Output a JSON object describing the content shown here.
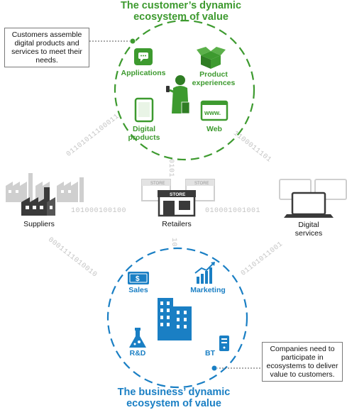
{
  "top": {
    "title_line1": "The customer’s dynamic",
    "title_line2": "ecosystem of value",
    "callout": [
      "Customers assemble",
      "digital products and",
      "services to meet their",
      "needs."
    ],
    "items": {
      "applications": "Applications",
      "product_experiences_1": "Product",
      "product_experiences_2": "experiences",
      "digital_products_1": "Digital",
      "digital_products_2": "products",
      "web": "Web",
      "web_screen_text": "www."
    }
  },
  "middle": {
    "suppliers": "Suppliers",
    "retailers": "Retailers",
    "digital_services_1": "Digital",
    "digital_services_2": "services",
    "store_sign": "STORE"
  },
  "binary": {
    "upper_left": "01101011100011",
    "upper_right": "1100011101",
    "center_vertical": "0101",
    "mid_left": "101000100100",
    "mid_right": "010001001001",
    "lower_left": "0001111010010",
    "lower_center": "10",
    "lower_right": "01101011001"
  },
  "bottom": {
    "title_line1": "The business’ dynamic",
    "title_line2": "ecosystem of value",
    "callout": [
      "Companies need to",
      "participate in",
      "ecosystems to deliver",
      "value to customers."
    ],
    "items": {
      "sales": "Sales",
      "marketing": "Marketing",
      "rnd": "R&D",
      "bt": "BT"
    }
  },
  "colors": {
    "green": "#3d9a2f",
    "blue": "#1a7fc4",
    "dark_gray": "#3a3a3a",
    "light_gray": "#c8c8c8"
  }
}
